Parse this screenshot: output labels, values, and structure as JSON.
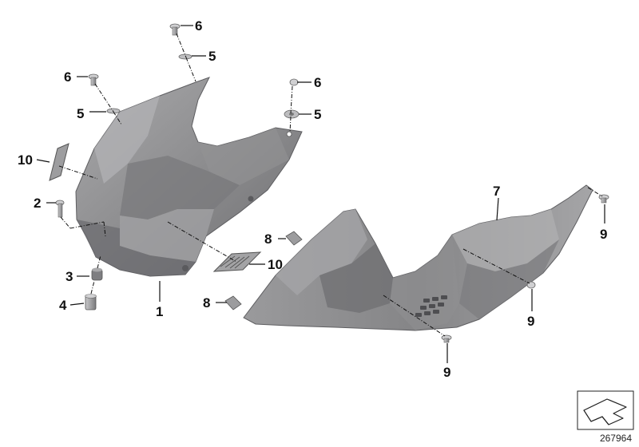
{
  "callouts": {
    "c1": "1",
    "c2": "2",
    "c3": "3",
    "c4": "4",
    "c5a": "5",
    "c5b": "5",
    "c5c": "5",
    "c6a": "6",
    "c6b": "6",
    "c6c": "6",
    "c7": "7",
    "c8a": "8",
    "c8b": "8",
    "c9a": "9",
    "c9b": "9",
    "c9c": "9",
    "c10a": "10",
    "c10b": "10"
  },
  "diagram_number": "267964",
  "colors": {
    "part_base": "#8c8c8e",
    "part_dark": "#6f6f72",
    "part_light": "#b2b2b4",
    "hardware": "#9a9a9c",
    "ink": "#111111"
  }
}
